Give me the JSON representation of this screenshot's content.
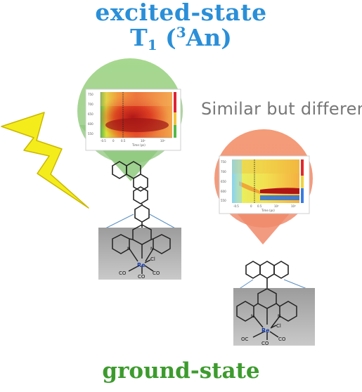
{
  "title": {
    "line1": "excited-state",
    "line2_main": "T",
    "line2_sub": "1",
    "line2_open": " (",
    "line2_sup": "3",
    "line2_close": "An)"
  },
  "comparison_label": "Similar but different",
  "bottom_label": "ground-state",
  "molecule_labels": {
    "metal": "Re",
    "halide": "Cl",
    "carbonyl": "CO",
    "carbonyl_left": "OC",
    "nitrogen": "N"
  },
  "colors": {
    "title": "#2a8fd8",
    "ground": "#3d9b2e",
    "bubble_left": "#8cc97a",
    "bubble_right": "#f08a6a",
    "lightning": "#f5ec1c",
    "complex_box": "#b5b5b5",
    "comparison": "#777777"
  },
  "icons": {
    "lightning": "lightning-bolt-icon"
  }
}
